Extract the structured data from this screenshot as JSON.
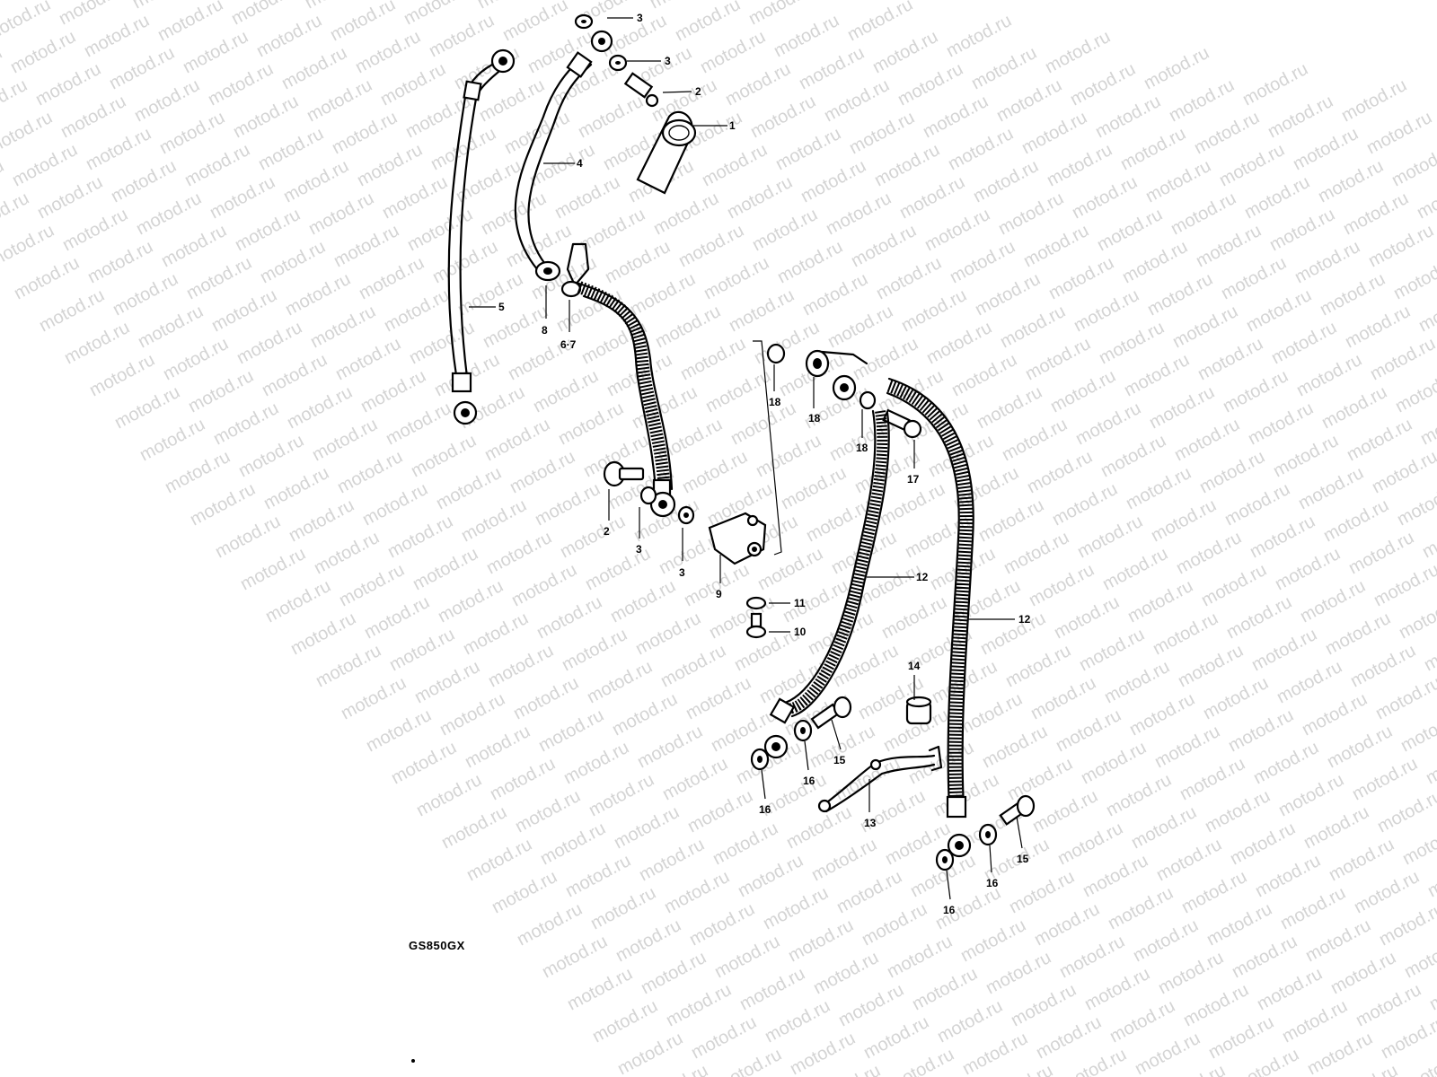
{
  "watermark": {
    "text": "motod.ru"
  },
  "model_label": "GS850GX",
  "callouts": {
    "c1": "1",
    "c2a": "2",
    "c2b": "2",
    "c3a": "3",
    "c3b": "3",
    "c3c": "3",
    "c3d": "3",
    "c4": "4",
    "c5": "5",
    "c67": "6·7",
    "c8": "8",
    "c9": "9",
    "c10": "10",
    "c11": "11",
    "c12a": "12",
    "c12b": "12",
    "c13": "13",
    "c14": "14",
    "c15a": "15",
    "c15b": "15",
    "c16a": "16",
    "c16b": "16",
    "c16c": "16",
    "c16d": "16",
    "c17": "17",
    "c18a": "18",
    "c18b": "18",
    "c18c": "18"
  }
}
